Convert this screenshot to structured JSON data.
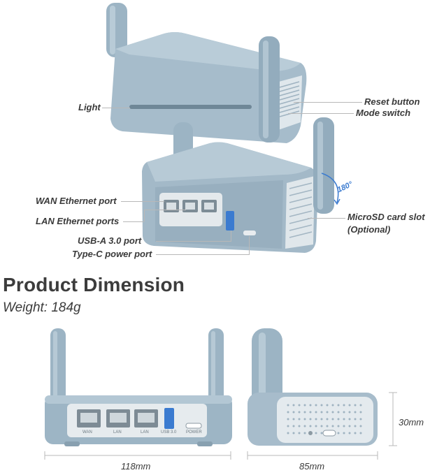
{
  "callouts": {
    "light": "Light",
    "reset_button": "Reset button",
    "mode_switch": "Mode switch",
    "wan_port": "WAN Ethernet port",
    "lan_ports": "LAN Ethernet ports",
    "usb_port": "USB-A 3.0 port",
    "typec_port": "Type-C power port",
    "microsd_slot": "MicroSD card slot",
    "microsd_optional": "(Optional)",
    "rotation": "180°"
  },
  "section": {
    "title": "Product Dimension",
    "weight": "Weight: 184g"
  },
  "port_labels": {
    "wan": "WAN",
    "lan1": "LAN",
    "lan2": "LAN",
    "usb": "USB 3.0",
    "power": "POWER"
  },
  "dimensions": {
    "width": "118mm",
    "depth": "85mm",
    "height": "30mm"
  },
  "colors": {
    "body": "#9eb6c6",
    "body_dark": "#7f98a8",
    "body_light": "#b8cbd7",
    "port_panel": "#e6ebee",
    "usb_blue": "#3b7bd0"
  }
}
